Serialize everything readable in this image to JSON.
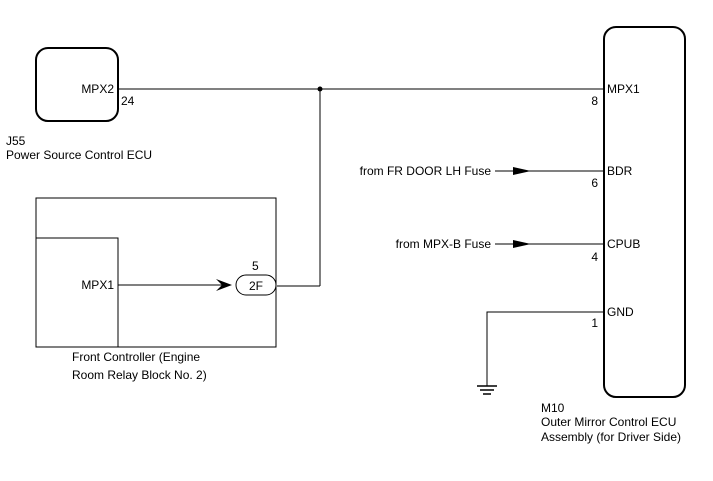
{
  "j55": {
    "code": "J55",
    "name": "Power Source Control ECU",
    "pin_label": "MPX2",
    "pin_number": "24"
  },
  "front_controller": {
    "name_line1": "Front Controller (Engine",
    "name_line2": "Room Relay Block No. 2)",
    "pin_label": "MPX1",
    "connector": "2F",
    "connector_pin": "5"
  },
  "m10": {
    "code": "M10",
    "name_line1": "Outer Mirror Control ECU",
    "name_line2": "Assembly (for Driver Side)",
    "pins": [
      {
        "label": "MPX1",
        "number": "8"
      },
      {
        "label": "BDR",
        "number": "6"
      },
      {
        "label": "CPUB",
        "number": "4"
      },
      {
        "label": "GND",
        "number": "1"
      }
    ]
  },
  "inputs": {
    "bdr_source": "from FR DOOR LH Fuse",
    "cpub_source": "from MPX-B Fuse"
  }
}
